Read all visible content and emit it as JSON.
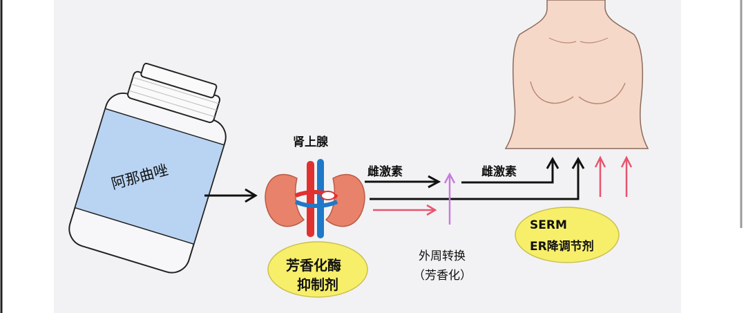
{
  "drug": {
    "label": "阿那曲唑"
  },
  "adrenal": {
    "label": "肾上腺"
  },
  "arrows": {
    "estrogen_1": "雌激素",
    "estrogen_2": "雌激素"
  },
  "peripheral": {
    "line1": "外周转换",
    "line2": "（芳香化）"
  },
  "aromatase_inhibitor": {
    "line1": "芳香化酶",
    "line2": "抑制剂"
  },
  "serm": {
    "line1": "SERM",
    "line2": "ER降调节剂"
  },
  "colors": {
    "panel": "#f2f2f4",
    "black_arrow": "#111111",
    "pink_arrow": "#e8546e",
    "purple_arrow": "#c77bdc",
    "oval_fill": "#f7ef6a",
    "kidney": "#e9826b",
    "artery": "#e03131",
    "vein": "#1f78c8",
    "skin": "#f6d8c8",
    "bottle_label": "#b9d4f2"
  }
}
